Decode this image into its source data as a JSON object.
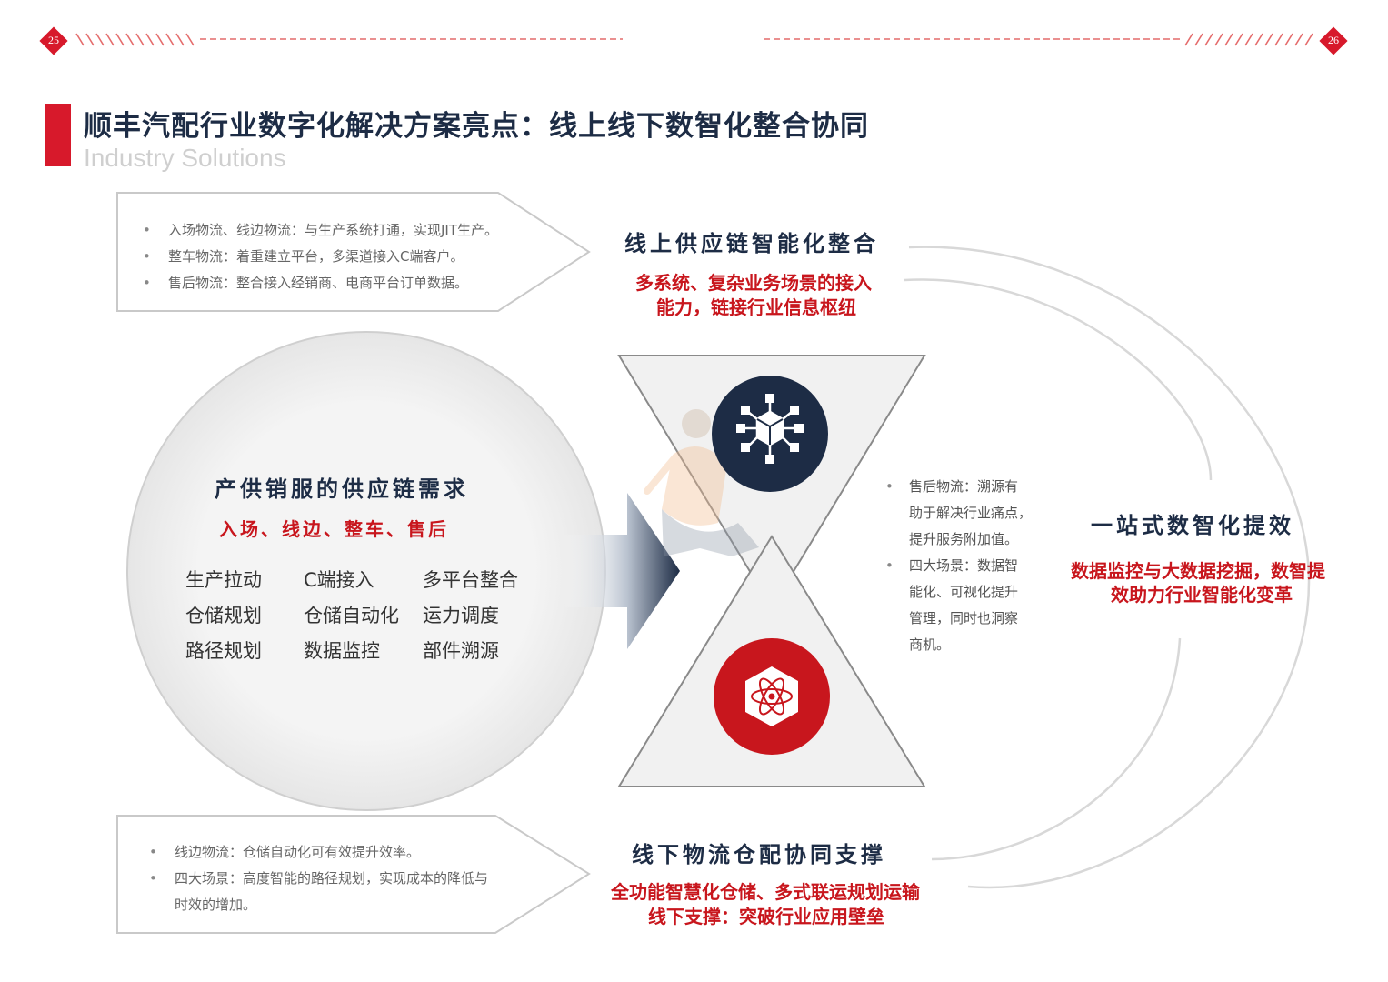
{
  "header": {
    "page_left": "25",
    "page_right": "26",
    "title": "顺丰汽配行业数字化解决方案亮点：线上线下数智化整合协同",
    "subtitle": "Industry Solutions"
  },
  "top_box": {
    "bullets": [
      "入场物流、线边物流：与生产系统打通，实现JIT生产。",
      "整车物流：着重建立平台，多渠道接入C端客户。",
      "售后物流：整合接入经销商、电商平台订单数据。"
    ]
  },
  "online": {
    "heading": "线上供应链智能化整合",
    "desc_line1": "多系统、复杂业务场景的接入",
    "desc_line2": "能力，链接行业信息枢纽"
  },
  "circle": {
    "heading": "产供销服的供应链需求",
    "sub": "入场、线边、整车、售后",
    "items": [
      "生产拉动",
      "C端接入",
      "多平台整合",
      "仓储规划",
      "仓储自动化",
      "运力调度",
      "路径规划",
      "数据监控",
      "部件溯源"
    ]
  },
  "middle_box": {
    "bullets": [
      [
        "售后物流：溯源有",
        "助于解决行业痛点，",
        "提升服务附加值。"
      ],
      [
        "四大场景：数据智",
        "能化、可视化提升",
        "管理，同时也洞察",
        "商机。"
      ]
    ]
  },
  "right": {
    "heading": "一站式数智化提效",
    "desc_line1": "数据监控与大数据挖掘，数智提",
    "desc_line2": "效助力行业智能化变革"
  },
  "bottom_box": {
    "bullets": [
      [
        "线边物流：仓储自动化可有效提升效率。"
      ],
      [
        "四大场景：高度智能的路径规划，实现成本的降低与",
        "时效的增加。"
      ]
    ]
  },
  "offline": {
    "heading": "线下物流仓配协同支撑",
    "desc_line1": "全功能智慧化仓储、多式联运规划运输",
    "desc_line2": "线下支撑：突破行业应用壁垒"
  },
  "colors": {
    "accent_red": "#d7192b",
    "navy": "#1d2c45",
    "text_red": "#c8161d"
  },
  "icons": {
    "top_circle": "network-cube-icon",
    "bottom_circle": "atom-icon"
  }
}
